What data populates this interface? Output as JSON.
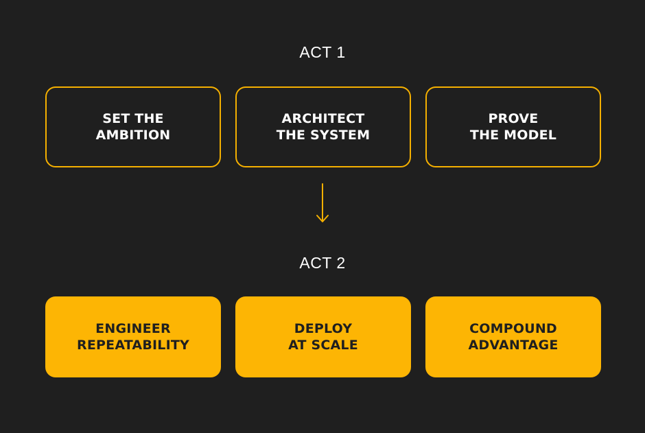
{
  "act1": {
    "label": "ACT 1",
    "steps": [
      {
        "label": "SET THE\nAMBITION"
      },
      {
        "label": "ARCHITECT\nTHE SYSTEM"
      },
      {
        "label": "PROVE\nTHE MODEL"
      }
    ]
  },
  "act2": {
    "label": "ACT 2",
    "steps": [
      {
        "label": "ENGINEER\nREPEATABILITY"
      },
      {
        "label": "DEPLOY\nAT SCALE"
      },
      {
        "label": "COMPOUND\nADVANTAGE"
      }
    ]
  },
  "colors": {
    "background": "#1f1f1f",
    "accent": "#fdb504",
    "text_light": "#ffffff",
    "text_dark": "#1f1f1f"
  },
  "icons": {
    "connector": "arrow-down-icon"
  }
}
